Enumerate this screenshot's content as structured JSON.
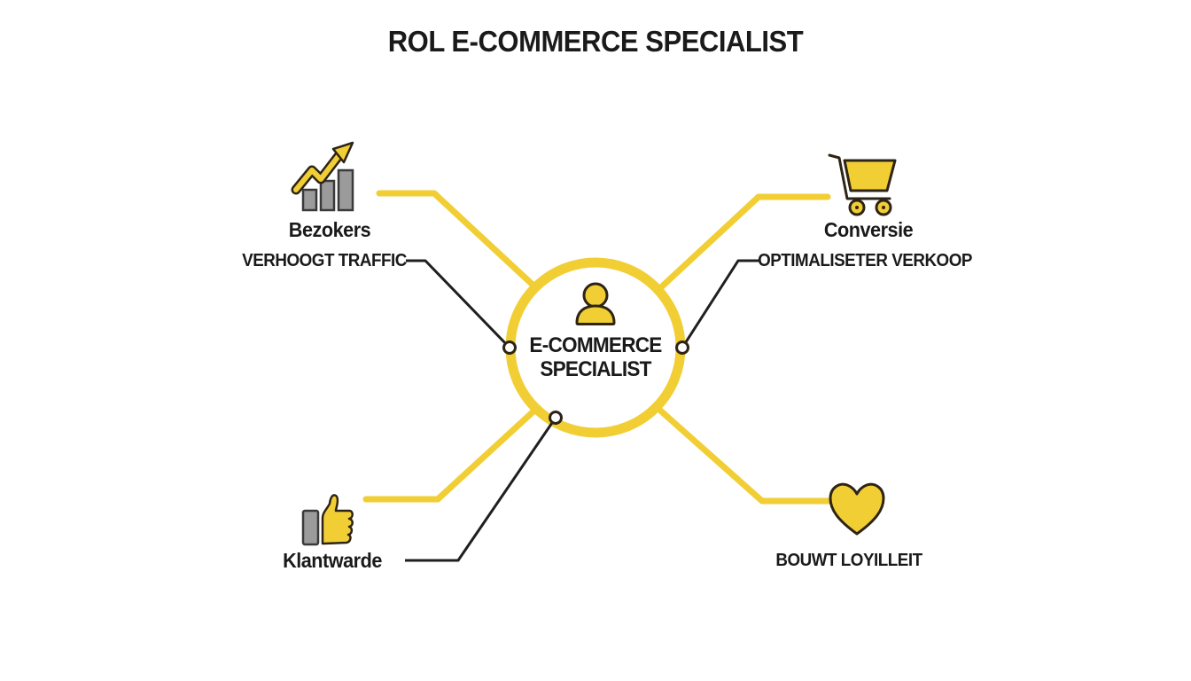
{
  "title": "ROL E-COMMERCE SPECIALIST",
  "center": {
    "icon": "person-icon",
    "line1": "E-COMMERCE",
    "line2": "SPECIALIST"
  },
  "branches": {
    "top_left": {
      "icon": "growth-chart-icon",
      "label": "Bezokers",
      "sublabel": "VERHOOGT TRAFFIC"
    },
    "top_right": {
      "icon": "shopping-cart-icon",
      "label": "Conversie",
      "sublabel": "OPTIMALISETER VERKOOP"
    },
    "bottom_left": {
      "icon": "thumbs-up-icon",
      "label": "Klantwarde"
    },
    "bottom_right": {
      "icon": "heart-icon",
      "label": "BOUWT LOYILLEIT"
    }
  },
  "colors": {
    "accent_yellow": "#F2CE35",
    "icon_outline": "#2E2415",
    "connector_black": "#1F1F1F",
    "bar_gray": "#9B9B9B",
    "text": "#1A1A1A",
    "background": "#FFFFFF"
  }
}
